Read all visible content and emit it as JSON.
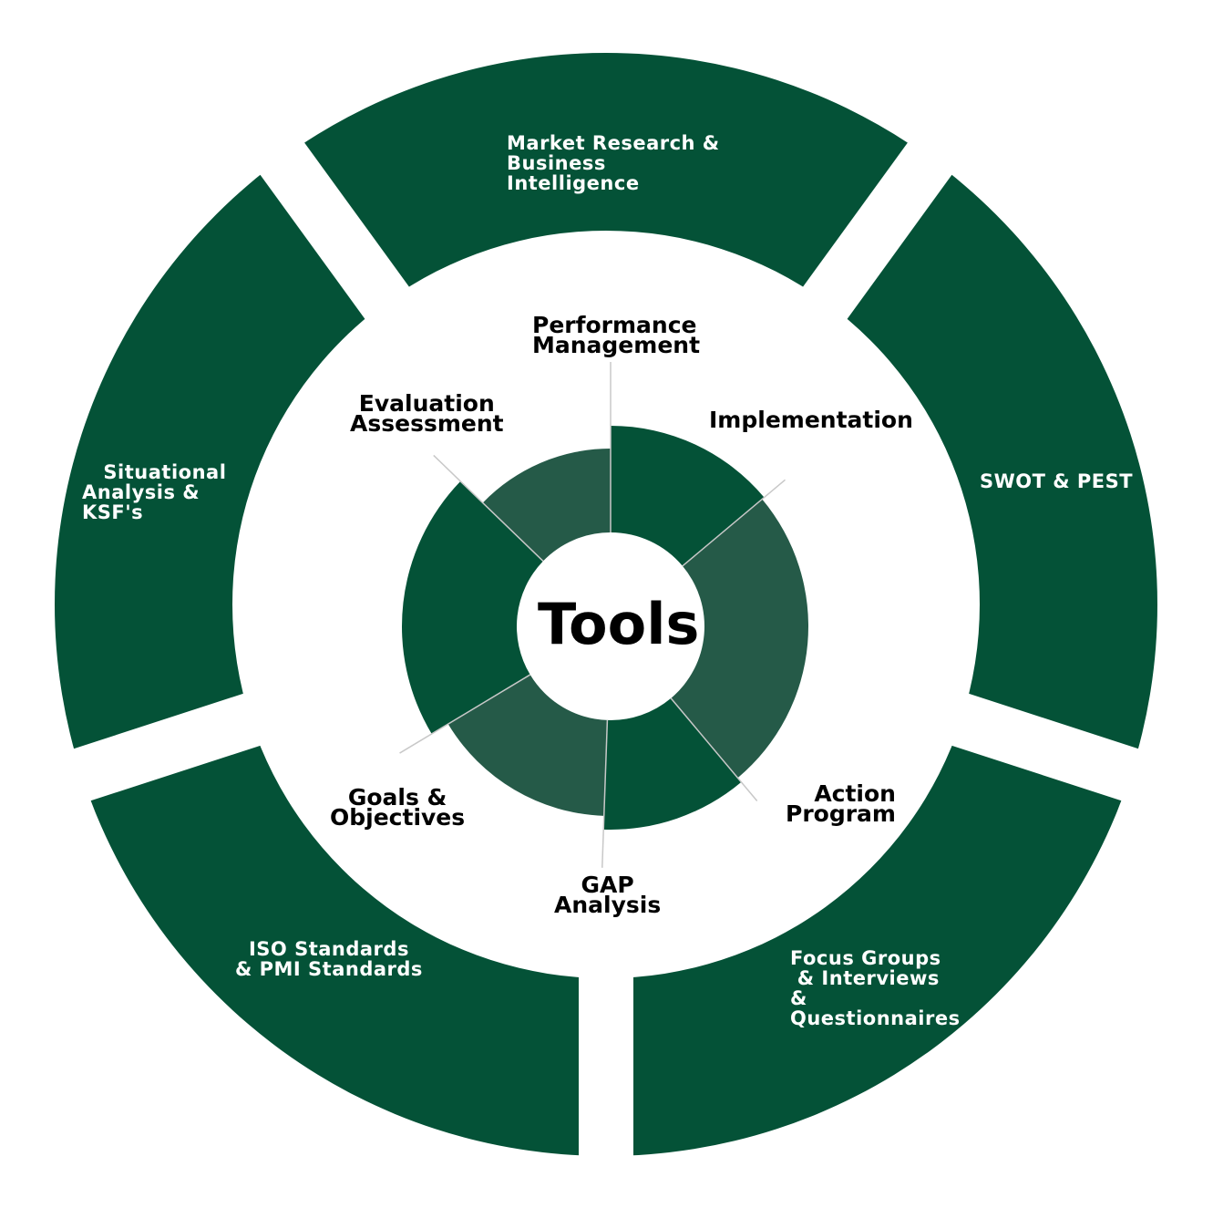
{
  "colors": {
    "dark": "#045237",
    "light": "#255a48",
    "separator": "#c8c8c8"
  },
  "center_label": "Tools",
  "outer_ring": [
    {
      "label": "Market Research &\nBusiness\nIntelligence"
    },
    {
      "label": "SWOT & PEST"
    },
    {
      "label": "Focus Groups\n & Interviews\n&\nQuestionnaires"
    },
    {
      "label": "ISO Standards\n& PMI Standards"
    },
    {
      "label": "   Situational\nAnalysis &\nKSF's"
    }
  ],
  "inner_ring": [
    {
      "label": "Implementation",
      "shade": "dark",
      "relative_size": 220
    },
    {
      "label": "Action\nProgram",
      "shade": "light",
      "relative_size": 217
    },
    {
      "label": "GAP\nAnalysis",
      "shade": "dark",
      "relative_size": 223
    },
    {
      "label": "Goals &\nObjectives",
      "shade": "light",
      "relative_size": 208
    },
    {
      "label": "Evaluation\nAssessment",
      "shade": "dark",
      "relative_size": 229
    },
    {
      "label": "Performance\nManagement",
      "shade": "light",
      "relative_size": 195
    }
  ]
}
